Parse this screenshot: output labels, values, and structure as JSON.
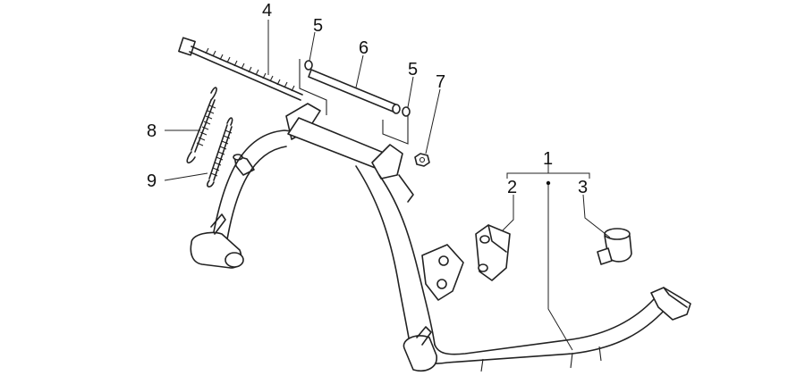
{
  "callouts": {
    "c1": "1",
    "c2": "2",
    "c3": "3",
    "c4": "4",
    "c5a": "5",
    "c5b": "5",
    "c6": "6",
    "c7": "7",
    "c8": "8",
    "c9": "9"
  },
  "parts": [
    {
      "ref": "1",
      "name": "center-stand"
    },
    {
      "ref": "2",
      "name": "rubber-buffer"
    },
    {
      "ref": "3",
      "name": "stop-rubber"
    },
    {
      "ref": "4",
      "name": "pivot-bolt"
    },
    {
      "ref": "5",
      "name": "washer"
    },
    {
      "ref": "6",
      "name": "bushing-tube"
    },
    {
      "ref": "7",
      "name": "nut"
    },
    {
      "ref": "8",
      "name": "outer-spring"
    },
    {
      "ref": "9",
      "name": "inner-spring"
    }
  ]
}
